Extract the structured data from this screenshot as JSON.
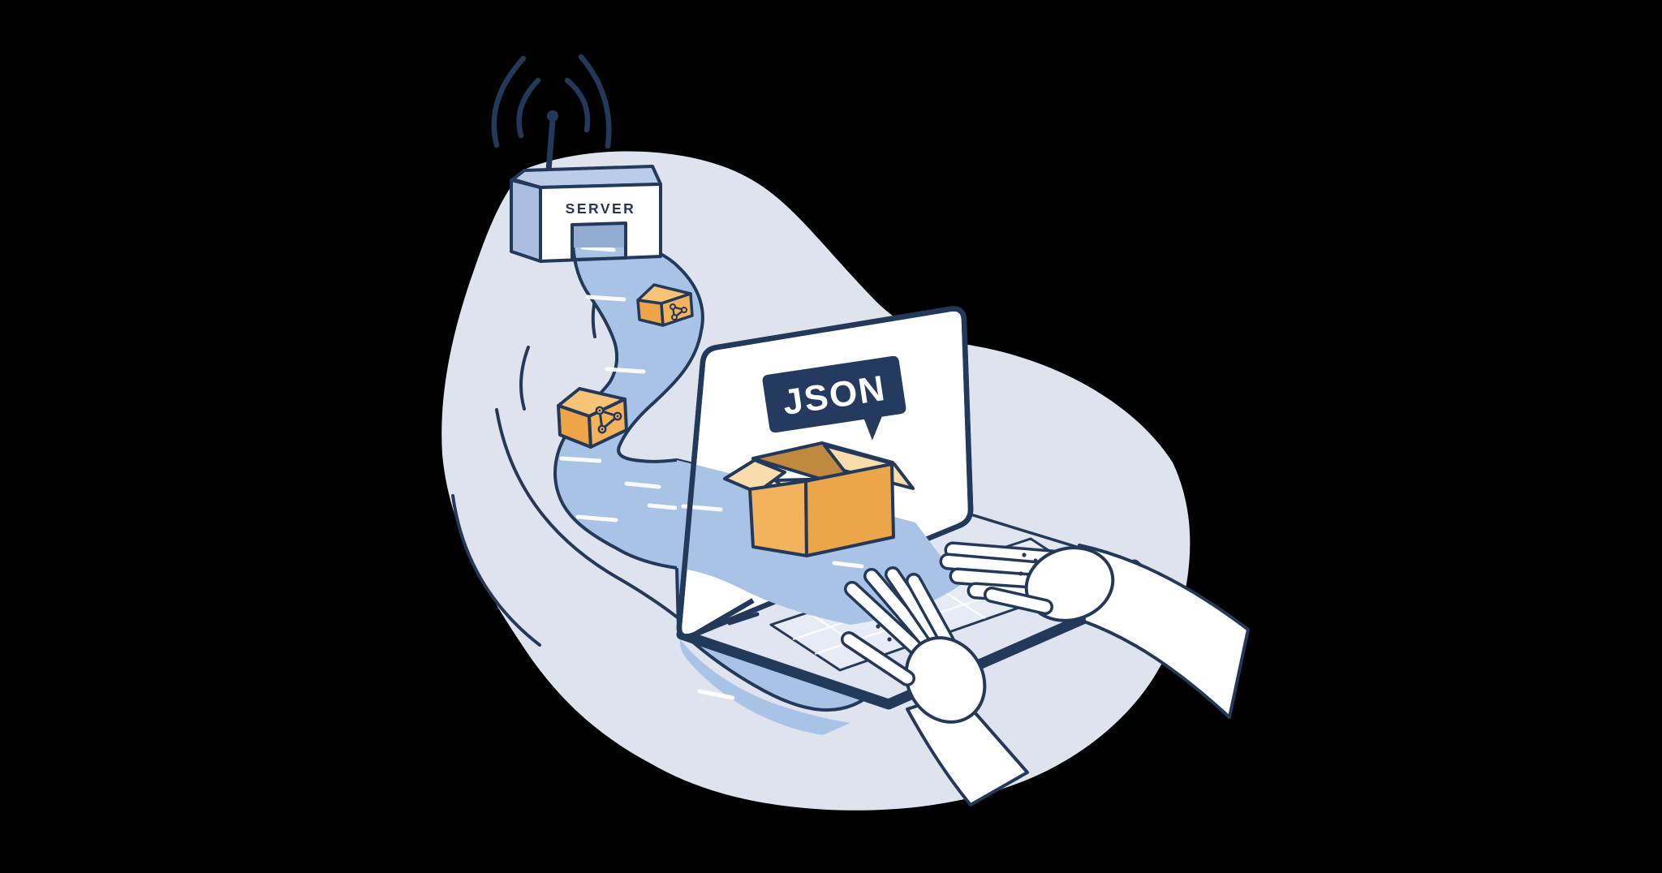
{
  "illustration": {
    "description": "Server sending JSON data packages along a road into a laptop",
    "background_color": "#000000",
    "blob_color": "#dfe3ee",
    "outline_color": "#23395a"
  },
  "server": {
    "label": "SERVER",
    "label_color": "#23395a",
    "front_color": "#ffffff",
    "side_color": "#aabee2",
    "top_color": "#bbcce9",
    "door_color": "#91abd2",
    "icon": "wifi-antenna-icon"
  },
  "road": {
    "color": "#a8c3e6",
    "dash_color": "#ffffff"
  },
  "packages": {
    "count": 2,
    "icon": "webhook-icon",
    "top_color": "#f6c377",
    "left_color": "#eea548",
    "right_color": "#f3b25c"
  },
  "laptop": {
    "screen_color": "#ffffff",
    "base_color": "#e0e5f0",
    "keys_color": "#e6ebf5",
    "grid_color": "#ffffff"
  },
  "json_badge": {
    "label": "JSON",
    "background_color": "#243a5e",
    "text_color": "#ffffff"
  },
  "open_box": {
    "flap_color": "#f9dcab",
    "left_color": "#f2b25e",
    "right_color": "#eca64a",
    "interior_color": "#bf8a3d"
  },
  "hands": {
    "color": "#ffffff"
  }
}
